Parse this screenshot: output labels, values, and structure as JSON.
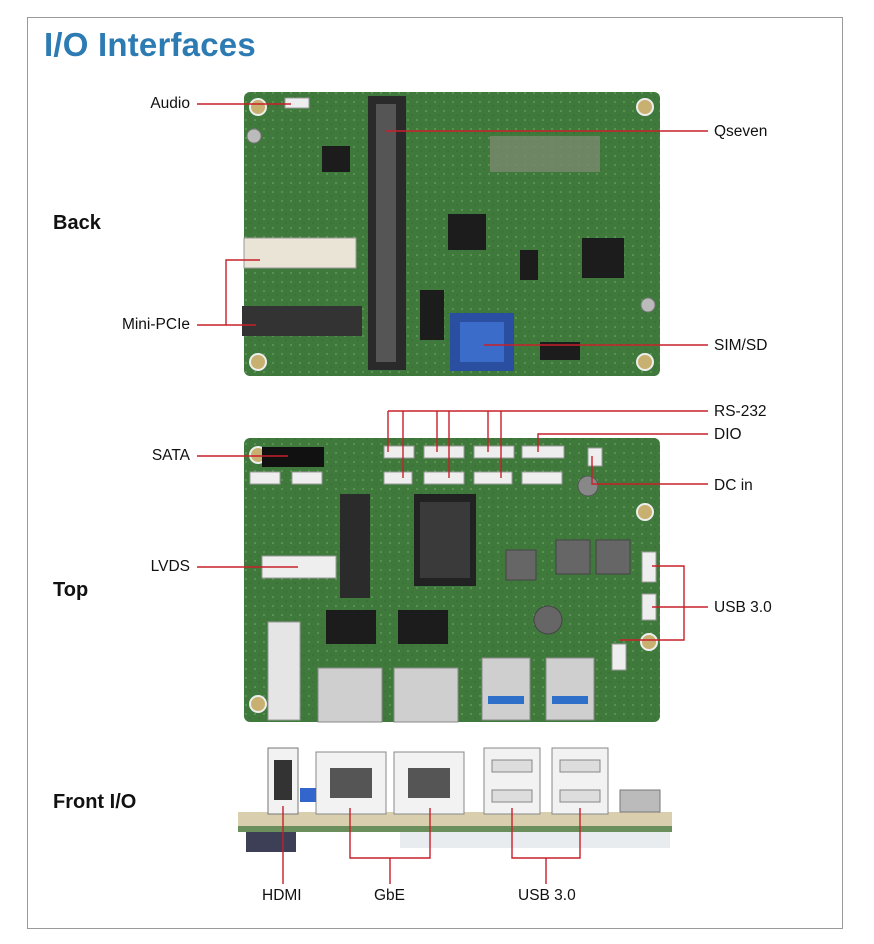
{
  "title": "I/O Interfaces",
  "sections": {
    "back": "Back",
    "top": "Top",
    "front": "Front I/O"
  },
  "labels": {
    "audio": "Audio",
    "qseven": "Qseven",
    "mini_pcie": "Mini-PCIe",
    "sim_sd": "SIM/SD",
    "sata": "SATA",
    "rs232": "RS-232",
    "dio": "DIO",
    "dc_in": "DC in",
    "lvds": "LVDS",
    "usb30_top": "USB 3.0",
    "hdmi": "HDMI",
    "gbe": "GbE",
    "usb30_front": "USB 3.0"
  },
  "colors": {
    "title": "#2d7bb3",
    "callout_line": "#c8202a",
    "pcb": "#3f7a3c",
    "frame": "#9a9a9a"
  }
}
